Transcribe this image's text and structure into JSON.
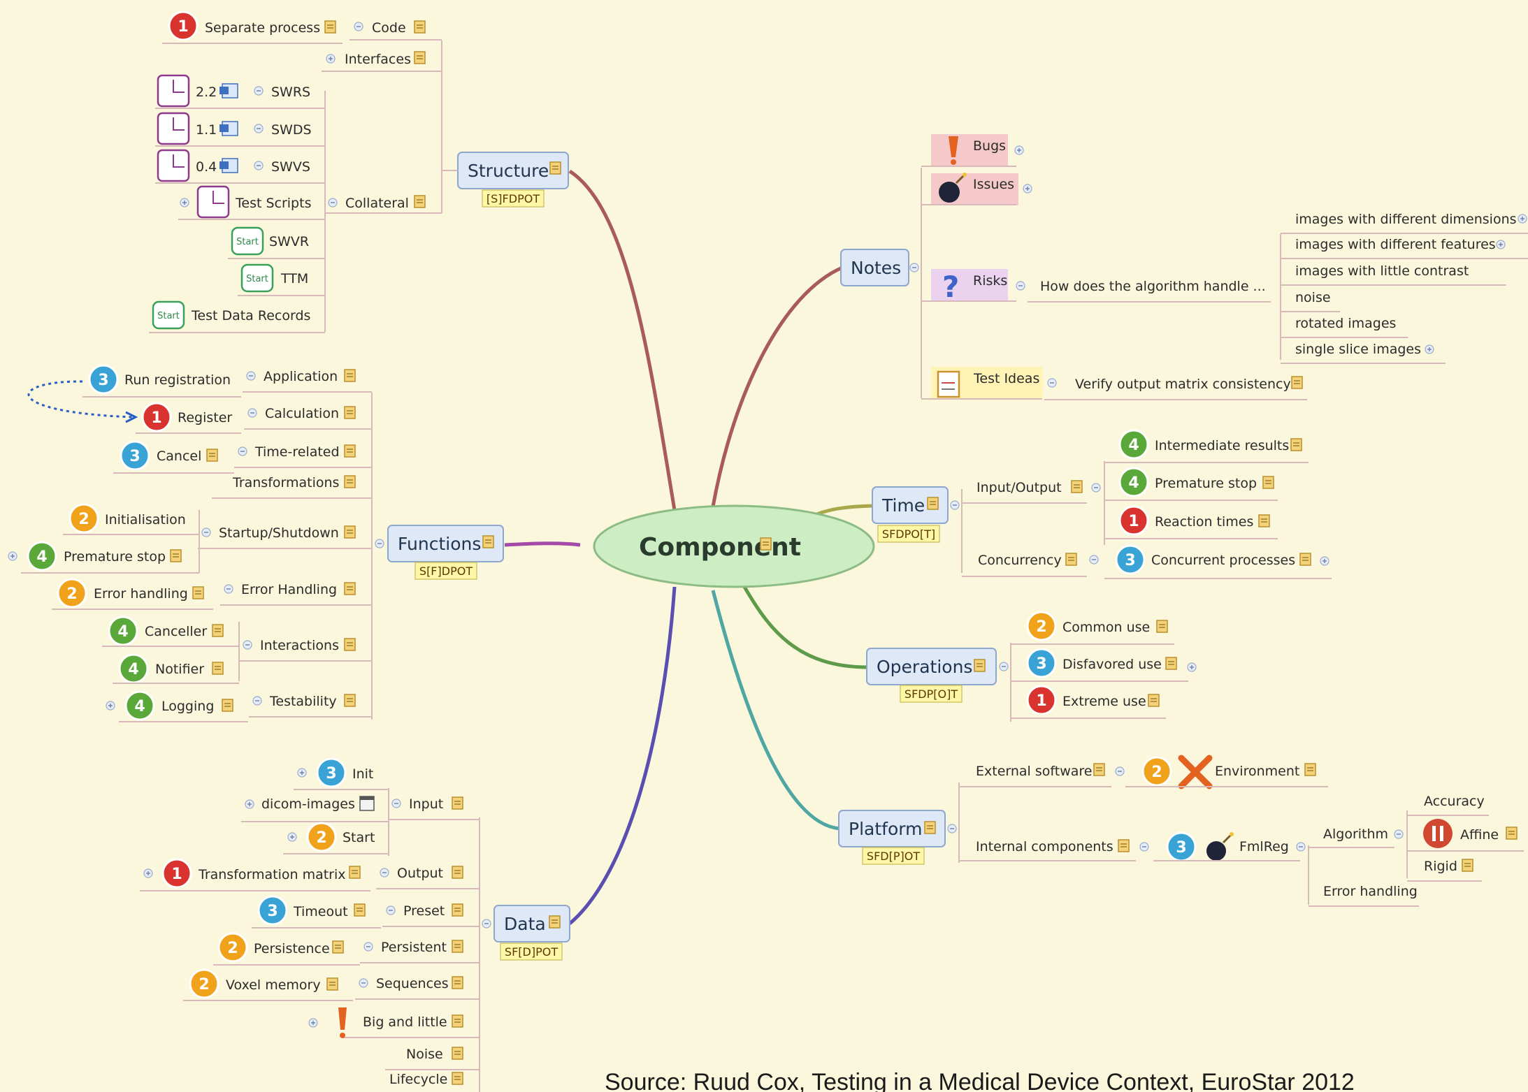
{
  "colors": {
    "background": "#fbf7dc",
    "central_fill": "#cdeec5",
    "main_fill": "#dfe8f6",
    "main_stroke": "#8ea7cf",
    "tag_fill": "#fff7a8",
    "connector": "#d7b9b9",
    "priority_1": "#d8332e",
    "priority_2": "#f0a21b",
    "priority_3": "#3aa3d6",
    "priority_4": "#5aa83a"
  },
  "central": {
    "label": "Component"
  },
  "source_note": "Source: Ruud Cox, Testing in a Medical Device Context, EuroStar 2012",
  "branches": {
    "structure": {
      "label": "Structure",
      "tag": "[S]FDPOT",
      "groups": [
        {
          "label": "Code",
          "children": [
            {
              "label": "Separate process",
              "icon": "priority-1"
            }
          ]
        },
        {
          "label": "Interfaces",
          "children": []
        },
        {
          "label": "Collateral",
          "children": [
            {
              "label": "SWRS",
              "prefix": "2.2"
            },
            {
              "label": "SWDS",
              "prefix": "1.1"
            },
            {
              "label": "SWVS",
              "prefix": "0.4"
            },
            {
              "label": "Test Scripts",
              "icon": "document"
            },
            {
              "label": "SWVR",
              "icon": "start"
            },
            {
              "label": "TTM",
              "icon": "start"
            },
            {
              "label": "Test Data Records",
              "icon": "start"
            }
          ]
        }
      ],
      "start_label": "Start"
    },
    "functions": {
      "label": "Functions",
      "tag": "S[F]DPOT",
      "groups": [
        {
          "label": "Application",
          "children": [
            {
              "label": "Run registration",
              "icon": "priority-3"
            }
          ]
        },
        {
          "label": "Calculation",
          "children": [
            {
              "label": "Register",
              "icon": "priority-1"
            }
          ]
        },
        {
          "label": "Time-related",
          "children": [
            {
              "label": "Cancel",
              "icon": "priority-3"
            }
          ]
        },
        {
          "label": "Transformations",
          "children": []
        },
        {
          "label": "Startup/Shutdown",
          "children": [
            {
              "label": "Initialisation",
              "icon": "priority-2"
            },
            {
              "label": "Premature stop",
              "icon": "priority-4"
            }
          ]
        },
        {
          "label": "Error Handling",
          "children": [
            {
              "label": "Error handling",
              "icon": "priority-2"
            }
          ]
        },
        {
          "label": "Interactions",
          "children": [
            {
              "label": "Canceller",
              "icon": "priority-4"
            },
            {
              "label": "Notifier",
              "icon": "priority-4"
            }
          ]
        },
        {
          "label": "Testability",
          "children": [
            {
              "label": "Logging",
              "icon": "priority-4"
            }
          ]
        }
      ]
    },
    "data": {
      "label": "Data",
      "tag": "SF[D]POT",
      "groups": [
        {
          "label": "Input",
          "children": [
            {
              "label": "Init",
              "icon": "priority-3"
            },
            {
              "label": "dicom-images",
              "icon": "calendar"
            },
            {
              "label": "Start",
              "icon": "priority-2"
            }
          ]
        },
        {
          "label": "Output",
          "children": [
            {
              "label": "Transformation matrix",
              "icon": "priority-1"
            }
          ]
        },
        {
          "label": "Preset",
          "children": [
            {
              "label": "Timeout",
              "icon": "priority-3"
            }
          ]
        },
        {
          "label": "Persistent",
          "children": [
            {
              "label": "Persistence",
              "icon": "priority-2"
            }
          ]
        },
        {
          "label": "Sequences",
          "children": [
            {
              "label": "Voxel memory",
              "icon": "priority-2"
            }
          ]
        },
        {
          "label": "Big and little",
          "children": []
        },
        {
          "label": "Noise",
          "children": []
        },
        {
          "label": "Lifecycle",
          "children": []
        }
      ]
    },
    "notes": {
      "label": "Notes",
      "items": [
        {
          "label": "Bugs",
          "icon": "exclamation"
        },
        {
          "label": "Issues",
          "icon": "bomb"
        },
        {
          "label": "Risks",
          "icon": "question",
          "child": "How does the algorithm handle ...",
          "grandchildren": [
            "images with different dimensions",
            "images with different features",
            "images with little contrast",
            "noise",
            "rotated images",
            "single slice images"
          ]
        },
        {
          "label": "Test Ideas",
          "icon": "clipboard",
          "child": "Verify output matrix consistency"
        }
      ]
    },
    "time": {
      "label": "Time",
      "tag": "SFDPO[T]",
      "groups": [
        {
          "label": "Input/Output",
          "children": [
            {
              "label": "Intermediate results",
              "icon": "priority-4"
            },
            {
              "label": "Premature stop",
              "icon": "priority-4"
            },
            {
              "label": "Reaction times",
              "icon": "priority-1"
            }
          ]
        },
        {
          "label": "Concurrency",
          "children": [
            {
              "label": "Concurrent processes",
              "icon": "priority-3"
            }
          ]
        }
      ]
    },
    "operations": {
      "label": "Operations",
      "tag": "SFDP[O]T",
      "children": [
        {
          "label": "Common use",
          "icon": "priority-2"
        },
        {
          "label": "Disfavored use",
          "icon": "priority-3"
        },
        {
          "label": "Extreme use",
          "icon": "priority-1"
        }
      ]
    },
    "platform": {
      "label": "Platform",
      "tag": "SFD[P]OT",
      "groups": [
        {
          "label": "External software",
          "children": [
            {
              "label": "Environment",
              "icon": "priority-2-cross"
            }
          ]
        },
        {
          "label": "Internal components",
          "child": "FmlReg",
          "icon": "priority-3-bomb",
          "sub": [
            {
              "label": "Algorithm",
              "items": [
                "Accuracy",
                "Affine",
                "Rigid"
              ]
            },
            {
              "label": "Error handling",
              "items": []
            }
          ]
        }
      ]
    }
  }
}
